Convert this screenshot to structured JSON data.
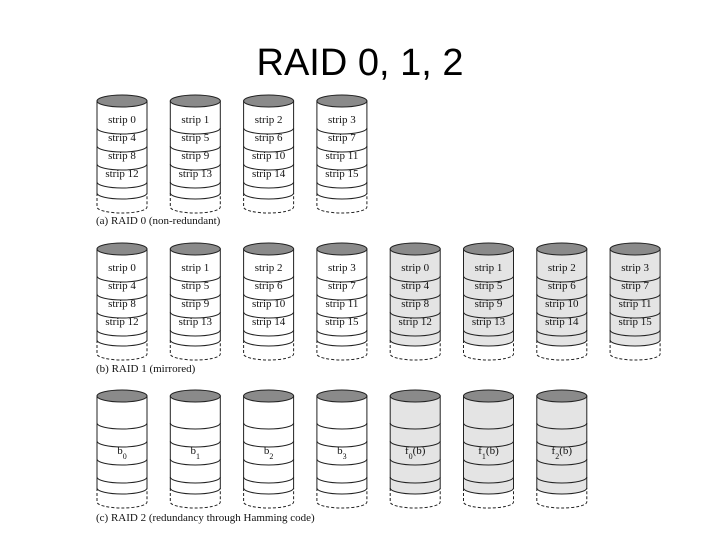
{
  "title": "RAID 0, 1, 2",
  "colors": {
    "disk_white": "#ffffff",
    "disk_gray": "#e4e4e4",
    "cap_fill": "#8a8a8a",
    "stroke": "#222222"
  },
  "sections": [
    {
      "id": "raid0",
      "caption": "(a) RAID 0 (non-redundant)",
      "disks": [
        {
          "shade": "white",
          "labels": [
            "strip 0",
            "strip 4",
            "strip 8",
            "strip 12"
          ]
        },
        {
          "shade": "white",
          "labels": [
            "strip 1",
            "strip 5",
            "strip 9",
            "strip 13"
          ]
        },
        {
          "shade": "white",
          "labels": [
            "strip 2",
            "strip 6",
            "strip 10",
            "strip 14"
          ]
        },
        {
          "shade": "white",
          "labels": [
            "strip 3",
            "strip 7",
            "strip 11",
            "strip 15"
          ]
        }
      ]
    },
    {
      "id": "raid1",
      "caption": "(b) RAID 1 (mirrored)",
      "disks": [
        {
          "shade": "white",
          "labels": [
            "strip 0",
            "strip 4",
            "strip 8",
            "strip 12"
          ]
        },
        {
          "shade": "white",
          "labels": [
            "strip 1",
            "strip 5",
            "strip 9",
            "strip 13"
          ]
        },
        {
          "shade": "white",
          "labels": [
            "strip 2",
            "strip 6",
            "strip 10",
            "strip 14"
          ]
        },
        {
          "shade": "white",
          "labels": [
            "strip 3",
            "strip 7",
            "strip 11",
            "strip 15"
          ]
        },
        {
          "shade": "gray",
          "labels": [
            "strip 0",
            "strip 4",
            "strip 8",
            "strip 12"
          ]
        },
        {
          "shade": "gray",
          "labels": [
            "strip 1",
            "strip 5",
            "strip 9",
            "strip 13"
          ]
        },
        {
          "shade": "gray",
          "labels": [
            "strip 2",
            "strip 6",
            "strip 10",
            "strip 14"
          ]
        },
        {
          "shade": "gray",
          "labels": [
            "strip 3",
            "strip 7",
            "strip 11",
            "strip 15"
          ]
        }
      ]
    },
    {
      "id": "raid2",
      "caption": "(c) RAID 2 (redundancy through Hamming code)",
      "disks": [
        {
          "shade": "white",
          "labels": [
            "",
            "",
            "b0",
            ""
          ]
        },
        {
          "shade": "white",
          "labels": [
            "",
            "",
            "b1",
            ""
          ]
        },
        {
          "shade": "white",
          "labels": [
            "",
            "",
            "b2",
            ""
          ]
        },
        {
          "shade": "white",
          "labels": [
            "",
            "",
            "b3",
            ""
          ]
        },
        {
          "shade": "gray",
          "labels": [
            "",
            "",
            "f0(b)",
            ""
          ]
        },
        {
          "shade": "gray",
          "labels": [
            "",
            "",
            "f1(b)",
            ""
          ]
        },
        {
          "shade": "gray",
          "labels": [
            "",
            "",
            "f2(b)",
            ""
          ]
        }
      ]
    }
  ]
}
